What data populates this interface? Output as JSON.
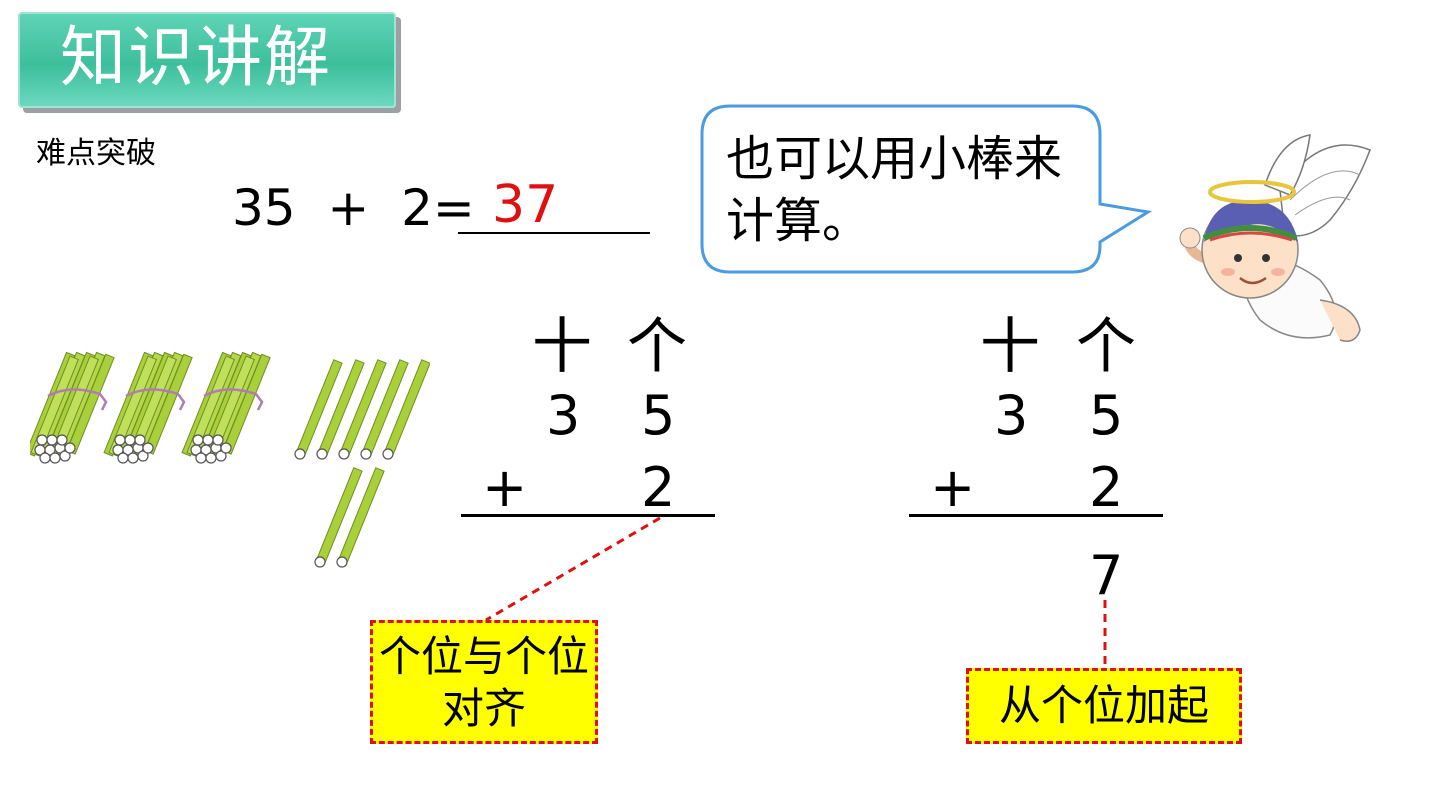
{
  "header": {
    "title": "知识讲解",
    "subtitle": "难点突破"
  },
  "equation": {
    "expression": "35  +  2=",
    "answer": "37"
  },
  "bubble": {
    "text": "也可以用小棒来计算。"
  },
  "calc_left": {
    "tens_label": "十",
    "ones_label": "个",
    "tens_digit": "3",
    "ones_digit": "5",
    "operator": "+",
    "addend": "2",
    "callout": "个位与个位对齐"
  },
  "calc_right": {
    "tens_label": "十",
    "ones_label": "个",
    "tens_digit": "3",
    "ones_digit": "5",
    "operator": "+",
    "addend": "2",
    "result_ones": "7",
    "callout": "从个位加起"
  },
  "sticks": {
    "bundles": 3,
    "loose": 7
  },
  "colors": {
    "accent": "#3dbf9c",
    "answer": "#e01010",
    "callout_bg": "#ffff00",
    "bubble_border": "#4a9be0",
    "stick": "#a9cf3a"
  }
}
